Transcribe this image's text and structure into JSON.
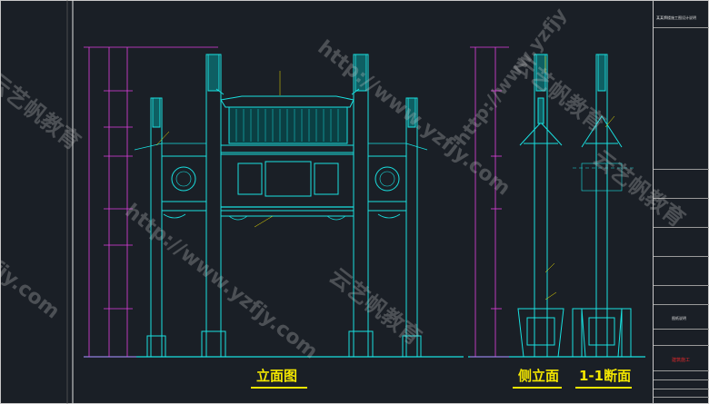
{
  "drawing": {
    "elevation_title": "立面图",
    "side_elevation_title": "侧立面",
    "section_title": "1-1断面"
  },
  "title_block": {
    "header": "某某牌楼施工图设计说明",
    "field_1": "图纸说明",
    "field_2": "",
    "stamp": "建筑施工"
  },
  "watermarks": [
    "http://www.yzfjy.com",
    "http://www.yzfjy.com",
    "云艺帆教育",
    "云艺帆教育",
    "云艺帆教育",
    "云艺帆教育",
    "fjy.com",
    "http://www.yzfjy"
  ],
  "colors": {
    "background": "#1a1f26",
    "structure": "#19e0e0",
    "dimension": "#e23fe2",
    "dimension_text": "#d8c24a",
    "annotation": "#f2e600",
    "stamp": "#e0282c"
  }
}
